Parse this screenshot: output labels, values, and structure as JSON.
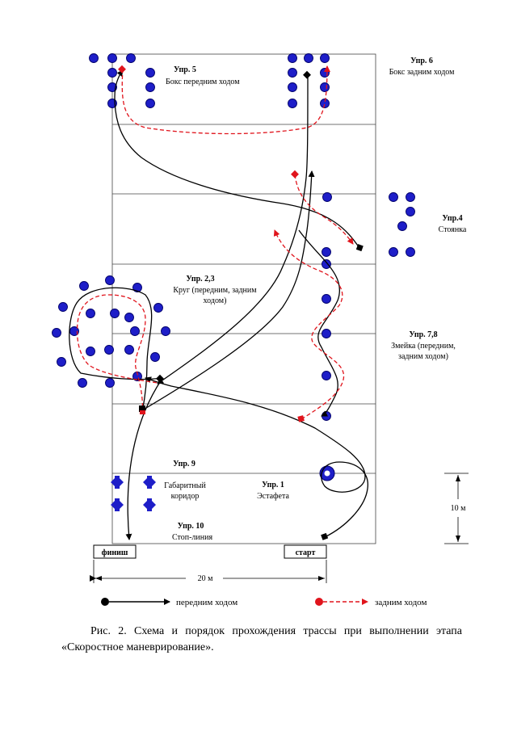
{
  "exercises": {
    "ex5": {
      "title": "Упр. 5",
      "desc": [
        "Бокс передним ходом"
      ]
    },
    "ex6": {
      "title": "Упр. 6",
      "desc": [
        "Бокс задним ходом"
      ]
    },
    "ex4": {
      "title": "Упр.4",
      "desc": [
        "Стоянка"
      ]
    },
    "ex23": {
      "title": "Упр. 2,3",
      "desc": [
        "Круг (передним, задним",
        "ходом)"
      ]
    },
    "ex78": {
      "title": "Упр. 7,8",
      "desc": [
        "Змейка (передним,",
        "задним ходом)"
      ]
    },
    "ex9": {
      "title": "Упр. 9",
      "desc": [
        "Габаритный",
        "коридор"
      ]
    },
    "ex1": {
      "title": "Упр. 1",
      "desc": [
        "Эстафета"
      ]
    },
    "ex10": {
      "title": "Упр. 10",
      "desc": [
        "Стоп-линия"
      ]
    }
  },
  "boxes": {
    "finish": "финиш",
    "start": "старт"
  },
  "dimensions": {
    "width": "20 м",
    "height": "10 м"
  },
  "legend": {
    "forward": "передним ходом",
    "reverse": "задним ходом"
  },
  "colors": {
    "cone": "#1e1ec8",
    "forward": "#000000",
    "reverse": "#e0141c"
  },
  "caption": "Рис. 2. Схема и порядок прохождения трассы при выполнении этапа «Скоростное маневрирование»."
}
